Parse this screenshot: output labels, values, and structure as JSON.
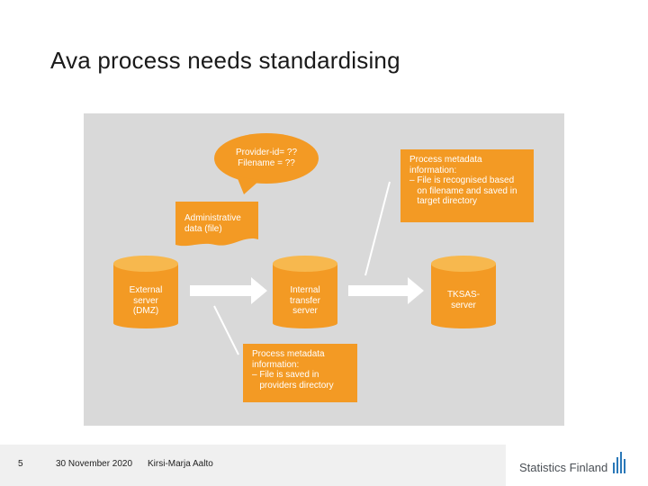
{
  "slide": {
    "title": "Ava process needs standardising",
    "page_number": "5",
    "date": "30 November 2020",
    "author": "Kirsi-Marja Aalto",
    "brand": "Statistics Finland"
  },
  "diagram": {
    "bubble": [
      "Provider-id= ??",
      "Filename = ??"
    ],
    "admin_doc": [
      "Administrative",
      "data (file)"
    ],
    "servers": {
      "external": [
        "External",
        "server",
        "(DMZ)"
      ],
      "internal": [
        "Internal",
        "transfer",
        "server"
      ],
      "tksas": [
        "TKSAS-",
        "server"
      ]
    },
    "meta_top": [
      "Process metadata",
      "information:",
      "– File is recognised based",
      "   on filename and saved in",
      "   target directory"
    ],
    "meta_bottom": [
      "Process metadata",
      "information:",
      "– File is saved in",
      "   providers directory"
    ]
  },
  "colors": {
    "orange": "#f39a24",
    "orange_light": "#f7b84e",
    "panel": "#d9d9d9",
    "arrow": "#ffffff"
  }
}
